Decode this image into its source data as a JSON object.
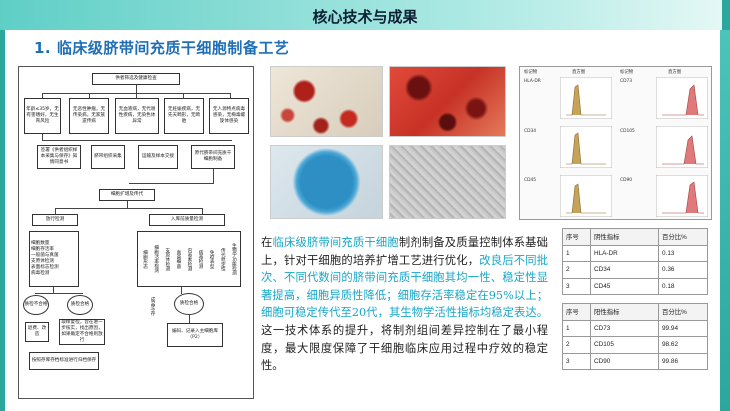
{
  "header": {
    "title": "核心技术与成果"
  },
  "section": {
    "title": "1. 临床级脐带间充质干细胞制备工艺"
  },
  "flowchart": {
    "top": "供者筛选及健康检查",
    "criteria": [
      "年龄≤35岁，无有害嗜好，无生育风险",
      "无恶性肿瘤，无传染病，无家族遗传病",
      "无血液病，无代谢性疾病，无染色体异常",
      "无妊娠疾病，无先天畸形，无畸胎",
      "无人源特点病毒感染，无梅毒螺旋体感染"
    ],
    "consent": "签署《供者组织样本采集与保存》知情同意书",
    "collect": "脐带组织采集",
    "transport": "运输及样本交接",
    "isolate": "原代脐带间充质干细胞制备",
    "expand": "细胞扩增及传代",
    "release_test": "放行检测",
    "full_test": "入库前质量检测",
    "release_items": [
      "细胞数量",
      "细胞存活率",
      "一般菌与真菌",
      "支原体检测",
      "表面标志检测",
      "病毒检测"
    ],
    "full_items": [
      "细胞形态",
      "细胞活率检测",
      "支原体检测",
      "真菌细菌",
      "内毒素检测",
      "病毒检测",
      "免疫表型",
      "传代稳定性",
      "生物学功能检测"
    ],
    "unqualified": "质检不合格",
    "qualified": "质检合格",
    "discard": "退费、改造",
    "retrieve": "取样复检，旨在进一步核实，找出原因，如果确定不合格则放行",
    "label_store": "编码、记录入主细胞库（P2）",
    "archive": "按照存库存档标准进行归档保存",
    "loop": "成品冻存"
  },
  "cytometry": {
    "header_marker": "标记物",
    "header_plot": "直方图",
    "markers": [
      "HLA-DR",
      "CD73",
      "CD34",
      "CD105",
      "CD45",
      "CD90"
    ],
    "negative_color": "#c6a35a",
    "positive_color": "#e07a7a"
  },
  "paragraph": {
    "intro": "在",
    "hl1": "临床级脐带间充质干细胞",
    "p2": "制剂制备及质量控制体系基础上，针对干细胞的培养扩增工艺进行优化，",
    "hl2": "改良后不同批次、不同代数间的脐带间充质干细胞其均一性、稳定性显著提高，细胞异质性降低；细胞存活率稳定在95%以上；细胞可稳定传代至20代，其生物学活性指标均稳定表达。",
    "p3": "这一技术体系的提升，将制剂组间差异控制在了最小程度，最大限度保障了干细胞临床应用过程中疗效的稳定性。"
  },
  "table_negative": {
    "headers": [
      "序号",
      "阴性指标",
      "百分比%"
    ],
    "rows": [
      [
        "1",
        "HLA-DR",
        "0.13"
      ],
      [
        "2",
        "CD34",
        "0.36"
      ],
      [
        "3",
        "CD45",
        "0.18"
      ]
    ]
  },
  "table_positive": {
    "headers": [
      "序号",
      "阳性指标",
      "百分比%"
    ],
    "rows": [
      [
        "1",
        "CD73",
        "99.94"
      ],
      [
        "2",
        "CD105",
        "98.62"
      ],
      [
        "3",
        "CD90",
        "99.86"
      ]
    ]
  }
}
